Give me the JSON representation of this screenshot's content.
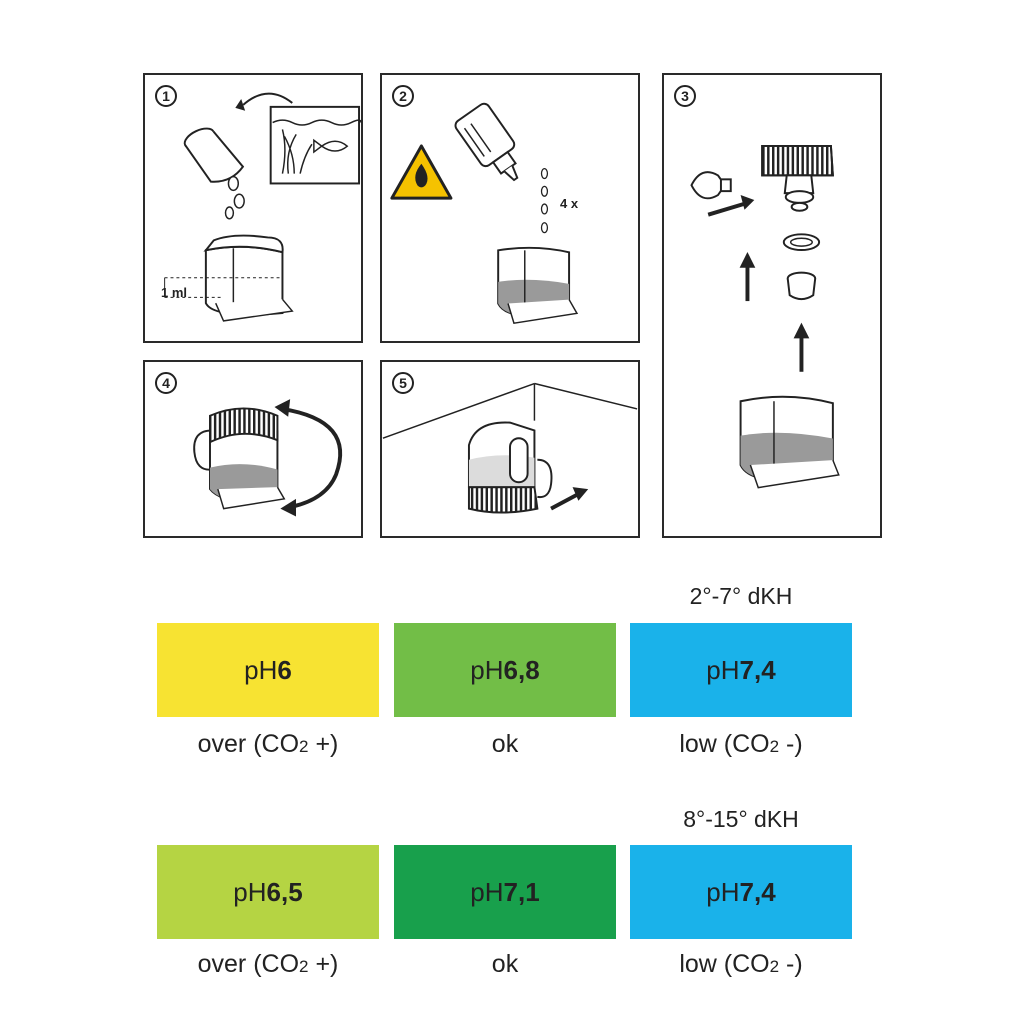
{
  "steps": {
    "s1": {
      "num": "1",
      "measure_label": "1 ml"
    },
    "s2": {
      "num": "2",
      "drops_label": "4 x"
    },
    "s3": {
      "num": "3"
    },
    "s4": {
      "num": "4"
    },
    "s5": {
      "num": "5"
    }
  },
  "chart": {
    "rows": [
      {
        "range": "2°-7° dKH",
        "cells": [
          {
            "prefix": "pH",
            "value": "6",
            "color": "#f7e332",
            "status_text": "over (CO",
            "sub": "2",
            "sign": " +)"
          },
          {
            "prefix": "pH",
            "value": "6,8",
            "color": "#72be47",
            "status_text": "ok",
            "sub": "",
            "sign": ""
          },
          {
            "prefix": "pH",
            "value": "7,4",
            "color": "#1ab2ea",
            "status_text": "low (CO",
            "sub": "2",
            "sign": " -)"
          }
        ]
      },
      {
        "range": "8°-15° dKH",
        "cells": [
          {
            "prefix": "pH",
            "value": "6,5",
            "color": "#b5d443",
            "status_text": "over (CO",
            "sub": "2",
            "sign": " +)"
          },
          {
            "prefix": "pH",
            "value": "7,1",
            "color": "#18a04c",
            "status_text": "ok",
            "sub": "",
            "sign": ""
          },
          {
            "prefix": "pH",
            "value": "7,4",
            "color": "#1ab2ea",
            "status_text": "low (CO",
            "sub": "2",
            "sign": " -)"
          }
        ]
      }
    ]
  }
}
